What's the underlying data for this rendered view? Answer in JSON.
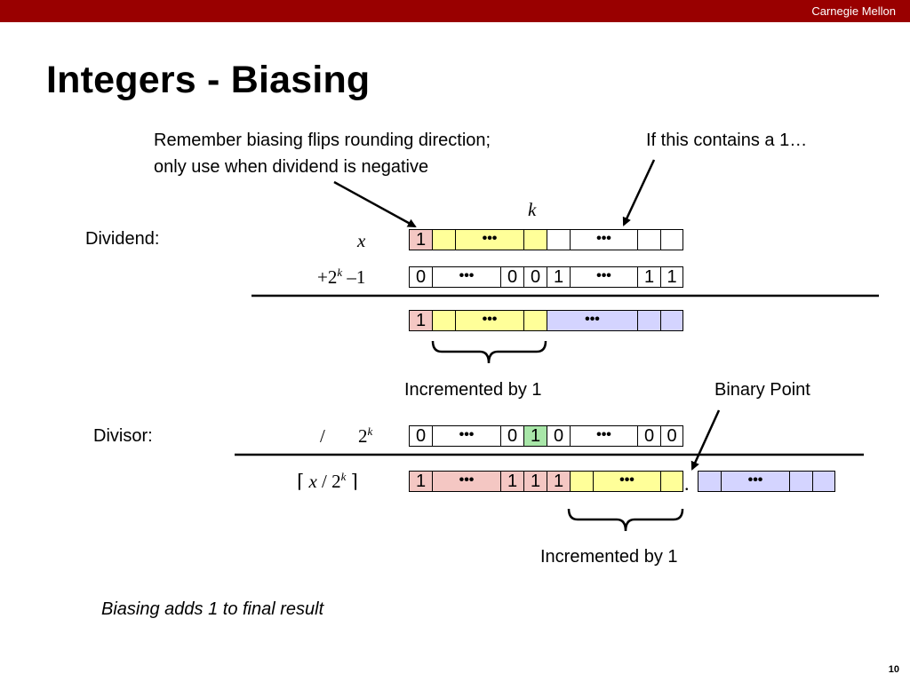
{
  "header": {
    "brand": "Carnegie Mellon"
  },
  "slide": {
    "title": "Integers - Biasing",
    "page_number": "10",
    "note_line1": "Remember biasing flips rounding direction;",
    "note_line2": "only use when dividend is negative",
    "note_if": "If this contains a 1…",
    "k_label": "k",
    "dividend_label": "Dividend:",
    "divisor_label": "Divisor:",
    "incremented1": "Incremented by 1",
    "incremented2": "Incremented by 1",
    "binary_point_label": "Binary Point",
    "footer": "Biasing adds 1 to final result",
    "expr_x": "x",
    "expr_slash": "/",
    "ceil_left": "⌈",
    "ceil_right": "⌉",
    "dot": ".",
    "colors": {
      "header": "#990000",
      "pink": "#f4c7c3",
      "yellow": "#ffff99",
      "lavender": "#d4d4ff",
      "green": "#a8e6a8"
    }
  },
  "rows": {
    "dividend": [
      "1",
      "",
      "•••",
      "",
      "",
      "•••",
      "",
      ""
    ],
    "bias": [
      "0",
      "•••",
      "0",
      "0",
      "1",
      "•••",
      "1",
      "1"
    ],
    "sum": [
      "1",
      "",
      "•••",
      "",
      "•••",
      "",
      ""
    ],
    "divisor": [
      "0",
      "•••",
      "0",
      "1",
      "0",
      "•••",
      "0",
      "0"
    ],
    "result": [
      "1",
      "•••",
      "1",
      "1",
      "1",
      "",
      "•••",
      "",
      "",
      "•••",
      "",
      ""
    ]
  }
}
